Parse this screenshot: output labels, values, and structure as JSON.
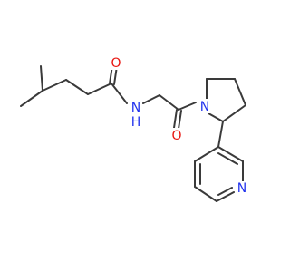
{
  "molecule": {
    "atoms": [
      {
        "name": "carbonyl-oxygen-amide-label",
        "text": "O",
        "color": "#e8140f"
      },
      {
        "name": "amide-nitrogen-label",
        "text": "N",
        "color": "#2233ee"
      },
      {
        "name": "amide-hydrogen-label",
        "text": "H",
        "color": "#2233ee"
      },
      {
        "name": "ketone-oxygen-label",
        "text": "O",
        "color": "#e8140f"
      },
      {
        "name": "pyrrolidine-nitrogen-label",
        "text": "N",
        "color": "#2233ee"
      },
      {
        "name": "pyridine-nitrogen-label",
        "text": "N",
        "color": "#2233ee"
      }
    ]
  }
}
